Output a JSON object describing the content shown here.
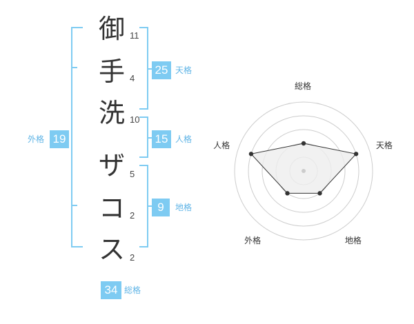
{
  "name": {
    "characters": [
      {
        "char": "御",
        "strokes": "11"
      },
      {
        "char": "手",
        "strokes": "4"
      },
      {
        "char": "洗",
        "strokes": "10"
      },
      {
        "char": "ザ",
        "strokes": "5"
      },
      {
        "char": "コ",
        "strokes": "2"
      },
      {
        "char": "ス",
        "strokes": "2"
      }
    ]
  },
  "fortune": {
    "tenkaku": {
      "value": "25",
      "label": "天格"
    },
    "jinkaku": {
      "value": "15",
      "label": "人格"
    },
    "chikaku": {
      "value": "9",
      "label": "地格"
    },
    "gaikaku": {
      "value": "19",
      "label": "外格"
    },
    "soukaku": {
      "value": "34",
      "label": "総格"
    }
  },
  "chart_data": {
    "type": "radar",
    "axes": [
      "総格",
      "天格",
      "地格",
      "外格",
      "人格"
    ],
    "values": [
      2,
      4,
      2,
      2,
      4
    ],
    "max": 5,
    "colors": {
      "bracket": "#7ecbf2",
      "badge": "#7ecbf2",
      "fill": "#eeeeee",
      "line": "#333333",
      "grid": "#cccccc"
    }
  }
}
